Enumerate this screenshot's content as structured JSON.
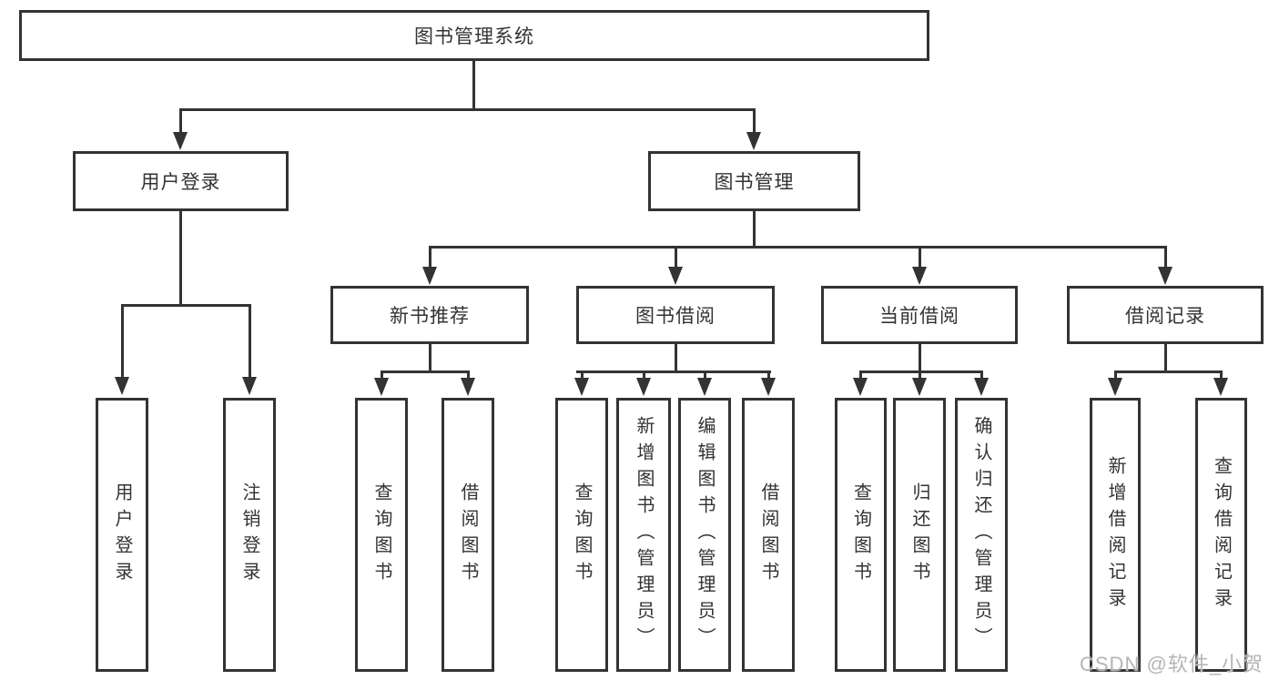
{
  "watermark": "CSDN @软件_小贺同学",
  "nodes": {
    "root": "图书管理系统",
    "level2": [
      "用户登录",
      "图书管理"
    ],
    "level3": [
      "新书推荐",
      "图书借阅",
      "当前借阅",
      "借阅记录"
    ],
    "leaves_user_login": [
      "用户登录",
      "注销登录"
    ],
    "leaves_new_book": [
      "查询图书",
      "借阅图书"
    ],
    "leaves_book_borrow": [
      "查询图书",
      "新增图书（管理员）",
      "编辑图书（管理员）",
      "借阅图书"
    ],
    "leaves_current_borrow": [
      "查询图书",
      "归还图书",
      "确认归还（管理员）"
    ],
    "leaves_borrow_record": [
      "新增借阅记录",
      "查询借阅记录"
    ]
  }
}
